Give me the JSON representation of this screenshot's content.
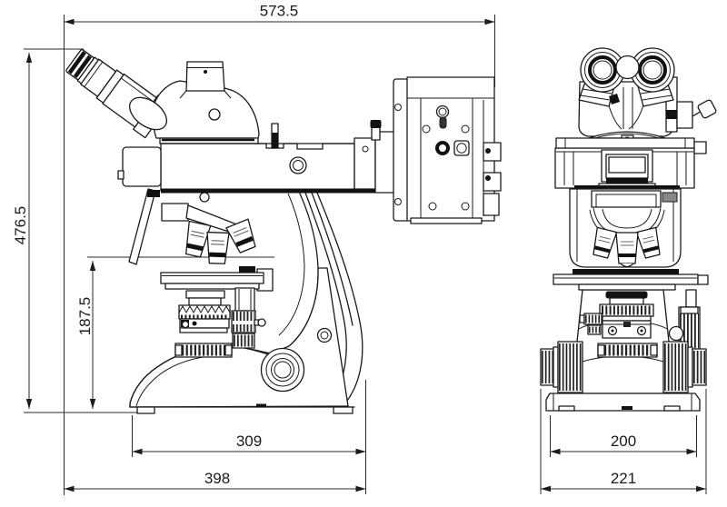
{
  "style": {
    "background": "#ffffff",
    "line_color": "#1a1a1a",
    "dimension_text_color": "#1b1b1b"
  },
  "views": {
    "side": {
      "dimensions": {
        "overall_depth": "573.5",
        "overall_height": "476.5",
        "stage_height": "187.5",
        "base_depth": "309",
        "overall_base_depth": "398"
      }
    },
    "front": {
      "dimensions": {
        "base_width": "200",
        "overall_width": "221"
      }
    }
  }
}
